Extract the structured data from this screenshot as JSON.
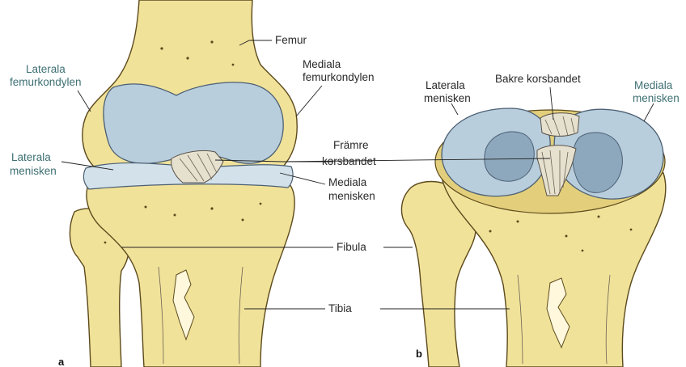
{
  "panels": {
    "a": "a",
    "b": "b"
  },
  "labels": {
    "femur": "Femur",
    "laterala_femurkondylen_1": "Laterala",
    "laterala_femurkondylen_2": "femurkondylen",
    "mediala_femurkondylen_1": "Mediala",
    "mediala_femurkondylen_2": "femurkondylen",
    "laterala_menisken_a_1": "Laterala",
    "laterala_menisken_a_2": "menisken",
    "framre_korsbandet_1": "Främre",
    "framre_korsbandet_2": "korsbandet",
    "mediala_menisken_a_1": "Mediala",
    "mediala_menisken_a_2": "menisken",
    "fibula": "Fibula",
    "tibia": "Tibia",
    "laterala_menisken_b_1": "Laterala",
    "laterala_menisken_b_2": "menisken",
    "bakre_korsbandet": "Bakre korsbandet",
    "mediala_menisken_b_1": "Mediala",
    "mediala_menisken_b_2": "menisken"
  },
  "colors": {
    "bone": "#f1e29a",
    "cartilage": "#b9cedd",
    "label_teal": "#3d6f73",
    "label_dark": "#2a2a2a"
  }
}
